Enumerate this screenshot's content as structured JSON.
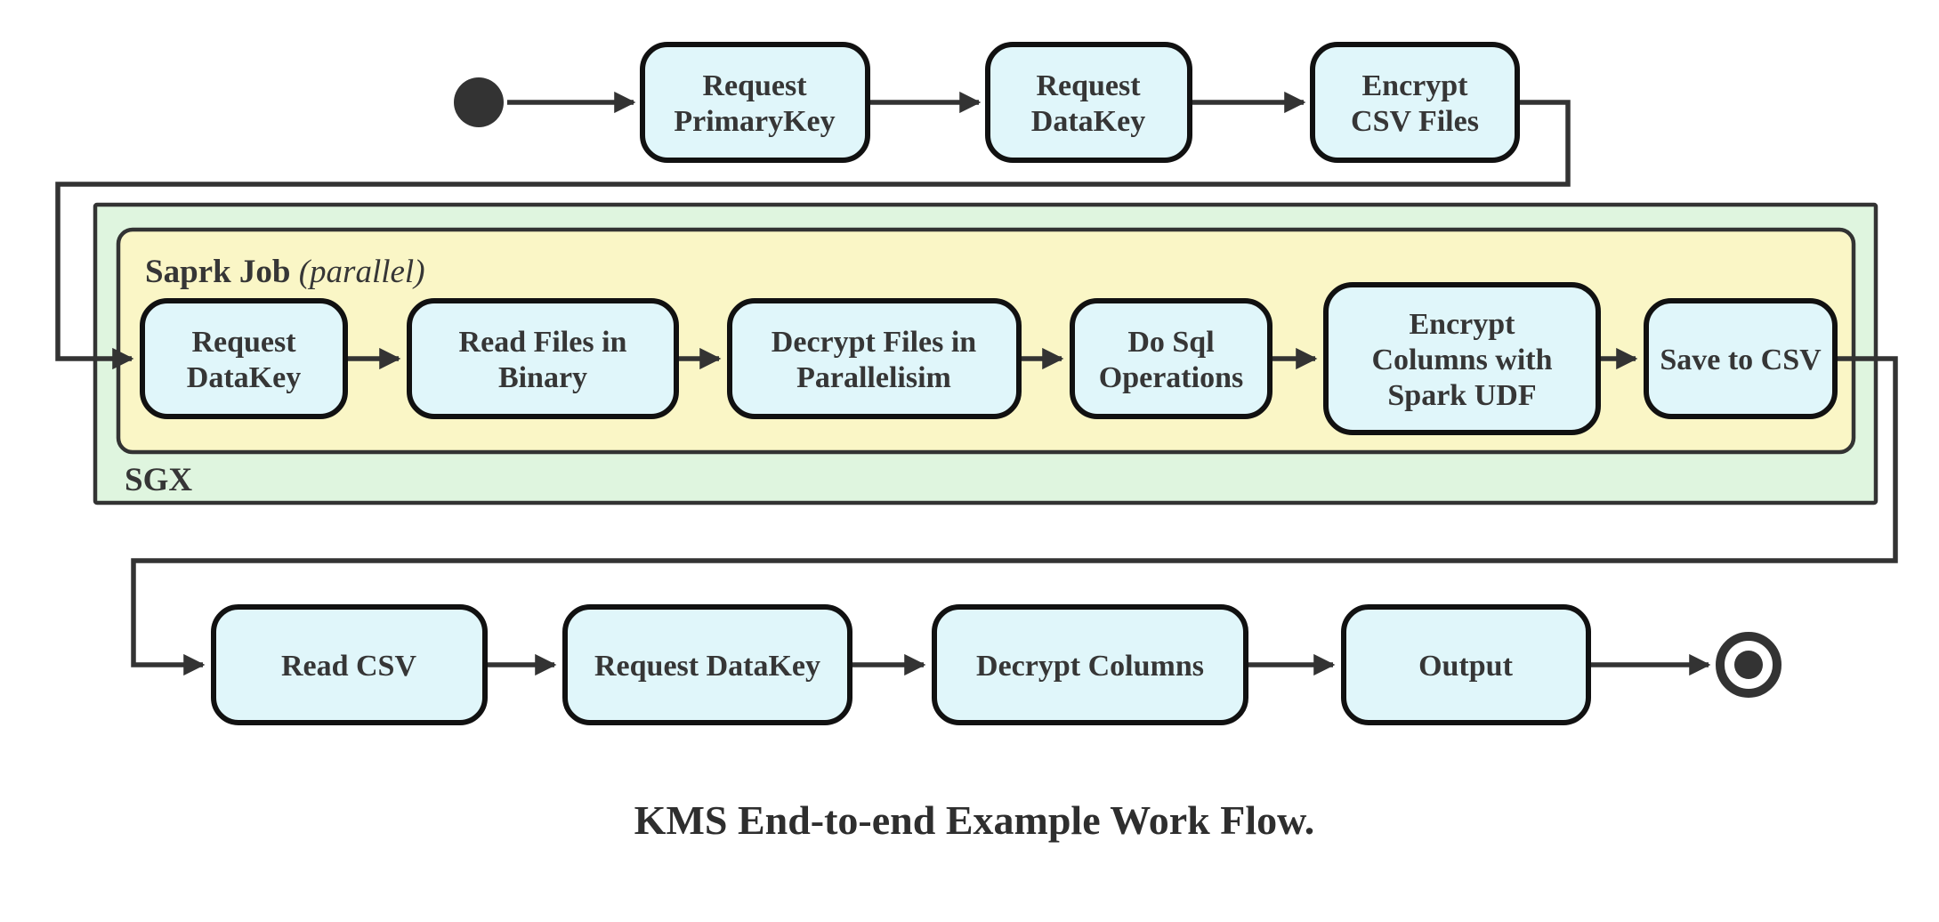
{
  "diagram": {
    "caption": "KMS End-to-end Example Work Flow.",
    "colors": {
      "node_fill": "#e0f6fa",
      "spark_container_fill": "#faf6c6",
      "sgx_container_fill": "#dff5df",
      "line_color": "#333333",
      "node_border": "#111111",
      "text_color": "#363636"
    },
    "containers": {
      "sgx": {
        "label": "SGX"
      },
      "spark_job": {
        "label_bold": "Saprk Job",
        "label_italic": " (parallel)"
      }
    },
    "rows": {
      "top": [
        {
          "id": "request-primarykey",
          "lines": [
            "Request",
            "PrimaryKey"
          ]
        },
        {
          "id": "request-datakey",
          "lines": [
            "Request",
            "DataKey"
          ]
        },
        {
          "id": "encrypt-csv-files",
          "lines": [
            "Encrypt",
            "CSV Files"
          ]
        }
      ],
      "middle": [
        {
          "id": "request-datakey-sgx",
          "lines": [
            "Request",
            "DataKey"
          ]
        },
        {
          "id": "read-files-in-binary",
          "lines": [
            "Read Files in",
            "Binary"
          ]
        },
        {
          "id": "decrypt-files-in-parallelisim",
          "lines": [
            "Decrypt Files in",
            "Parallelisim"
          ]
        },
        {
          "id": "do-sql-operations",
          "lines": [
            "Do Sql",
            "Operations"
          ]
        },
        {
          "id": "encrypt-columns-with-spark-udf",
          "lines": [
            "Encrypt",
            "Columns with",
            "Spark UDF"
          ]
        },
        {
          "id": "save-to-csv",
          "lines": [
            "Save to CSV"
          ]
        }
      ],
      "bottom": [
        {
          "id": "read-csv",
          "lines": [
            "Read CSV"
          ]
        },
        {
          "id": "request-datakey-client",
          "lines": [
            "Request DataKey"
          ]
        },
        {
          "id": "decrypt-columns",
          "lines": [
            "Decrypt Columns"
          ]
        },
        {
          "id": "output",
          "lines": [
            "Output"
          ]
        }
      ]
    }
  }
}
